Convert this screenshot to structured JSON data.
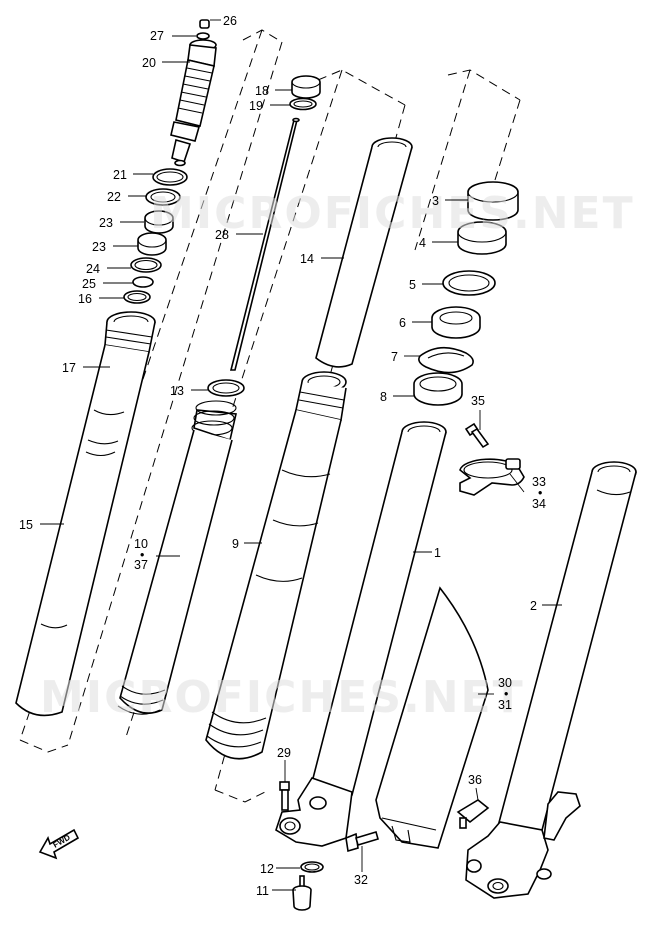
{
  "watermark": {
    "text": "MICROFICHES.NET"
  },
  "fwd_label": "FWD",
  "callouts": {
    "p1": "1",
    "p2": "2",
    "p3": "3",
    "p4": "4",
    "p5": "5",
    "p6": "6",
    "p7": "7",
    "p8": "8",
    "p9": "9",
    "p10": "10",
    "p37": "37",
    "p11": "11",
    "p12": "12",
    "p13": "13",
    "p14": "14",
    "p15": "15",
    "p16": "16",
    "p17": "17",
    "p18": "18",
    "p19": "19",
    "p20": "20",
    "p21": "21",
    "p22": "22",
    "p23a": "23",
    "p23b": "23",
    "p24": "24",
    "p25": "25",
    "p26": "26",
    "p27": "27",
    "p28": "28",
    "p29": "29",
    "p30": "30",
    "p31": "31",
    "p32": "32",
    "p33": "33",
    "p34": "34",
    "p35": "35",
    "p36": "36"
  },
  "link_mark": "•"
}
